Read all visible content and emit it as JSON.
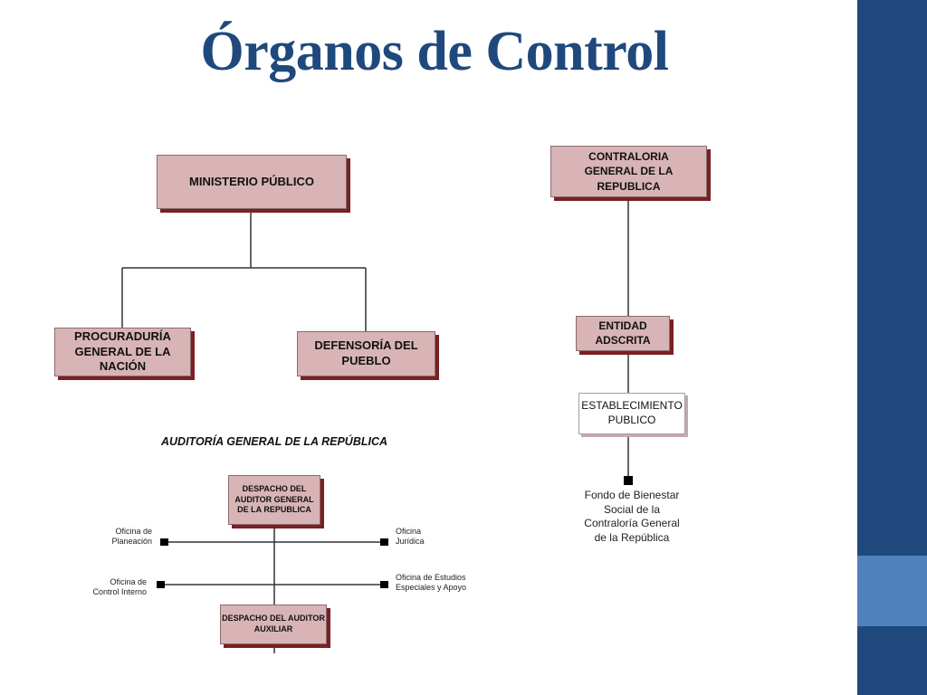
{
  "slide": {
    "title": "Órganos de Control",
    "colors": {
      "title": "#1f497d",
      "box_fill": "#d8b4b7",
      "box_shadow": "#7a1f22",
      "sidebar_dark": "#1f497d",
      "sidebar_light": "#4f81bd"
    }
  },
  "ministerio": {
    "root": "MINISTERIO PÚBLICO",
    "left_child": "PROCURADURÍA\nGENERAL DE LA\nNACIÓN",
    "right_child": "DEFENSORÍA DEL\nPUEBLO"
  },
  "contraloria": {
    "root": "CONTRALORIA\nGENERAL DE LA\nREPUBLICA",
    "entidad": "ENTIDAD\nADSCRITA",
    "establecimiento": "ESTABLECIMIENTO\nPUBLICO",
    "fondo": "Fondo de Bienestar\nSocial de la\nContraloría General\nde la República"
  },
  "auditoria": {
    "heading": "AUDITORÍA GENERAL DE LA REPÚBLICA",
    "despacho_auditor": "DESPACHO DEL\nAUDITOR GENERAL\nDE LA REPUBLICA",
    "despacho_auxiliar": "DESPACHO DEL AUDITOR\nAUXILIAR",
    "oficina_planeacion": "Oficina de\nPlaneación",
    "oficina_juridica": "Oficina\nJurídica",
    "oficina_control_interno": "Oficina de\nControl Interno",
    "oficina_estudios": "Oficina de Estudios\nEspeciales y Apoyo"
  }
}
